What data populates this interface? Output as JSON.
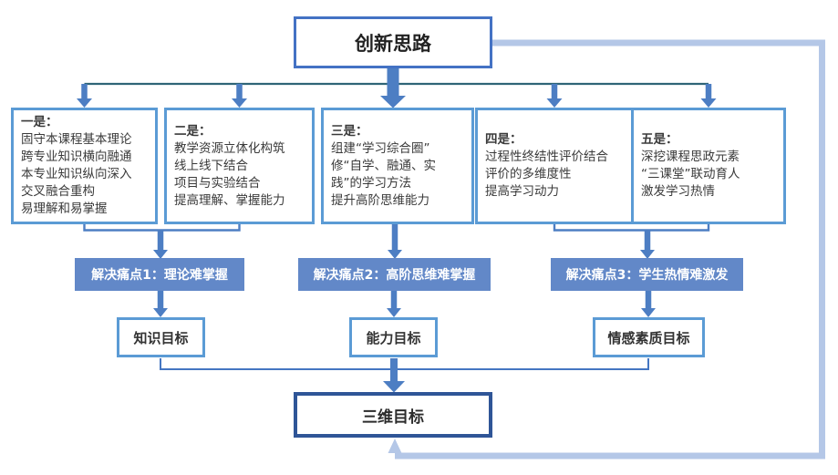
{
  "title": "创新思路",
  "strategy_boxes": [
    {
      "heading": "一是：",
      "lines": [
        "固守本课程基本理论",
        "跨专业知识横向融通",
        "本专业知识纵向深入",
        "交叉融合重构",
        "易理解和易掌握"
      ]
    },
    {
      "heading": "二是：",
      "lines": [
        "教学资源立体化构筑",
        "线上线下结合",
        "项目与实验结合",
        "提高理解、掌握能力"
      ]
    },
    {
      "heading": "三是：",
      "lines": [
        "组建“学习综合圈”",
        "修“自学、融通、实",
        "践”的学习方法",
        "提升高阶思维能力"
      ]
    },
    {
      "heading": "四是：",
      "lines": [
        "过程性终结性评价结合",
        "评价的多维度性",
        "提高学习动力"
      ]
    },
    {
      "heading": "五是：",
      "lines": [
        "深挖课程思政元素",
        "“三课堂”联动育人",
        "激发学习热情"
      ]
    }
  ],
  "pain_points": [
    "解决痛点1：理论难掌握",
    "解决痛点2：高阶思维难掌握",
    "解决痛点3：学生热情难激发"
  ],
  "goals": [
    "知识目标",
    "能力目标",
    "情感素质目标"
  ],
  "final_goal": "三维目标",
  "colors": {
    "title_border": "#4472c4",
    "strategy_border": "#5b9bd5",
    "goal_border": "#5b9bd5",
    "final_border": "#2f5597",
    "pain_fill": "#6288c8",
    "arrow": "#4d7ec3",
    "rail": "#2f6577",
    "rail2": "#4576c2",
    "feedback": "#b4c7e7",
    "text": "#3a3a3a",
    "pain_text": "#ffffff"
  }
}
